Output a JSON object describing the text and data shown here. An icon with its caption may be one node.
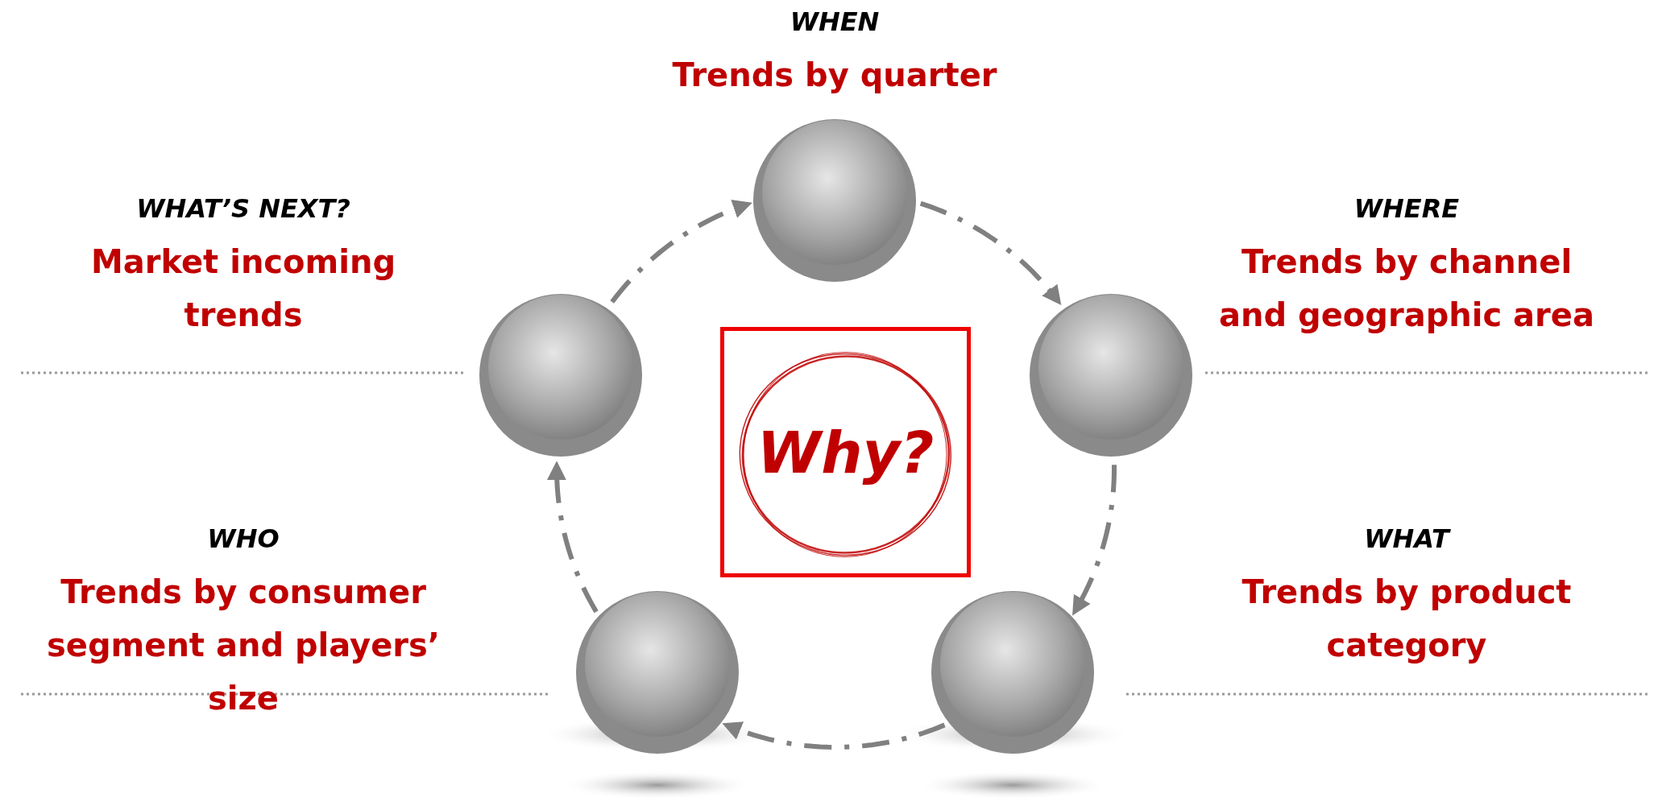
{
  "diagram": {
    "nodes": [
      {
        "text": [],
        "shape": "circle",
        "beside": [
          "WHEN",
          "Trends by quarter"
        ]
      },
      {
        "text": [],
        "shape": "circle",
        "beside": [
          "WHERE",
          "Trends by channel and geographic area"
        ]
      },
      {
        "text": [],
        "shape": "circle",
        "beside": [
          "WHAT",
          "Trends by product category"
        ]
      },
      {
        "text": [],
        "shape": "circle",
        "beside": [
          "WHO",
          "Trends by consumer segment and players’ size"
        ]
      },
      {
        "text": [],
        "shape": "circle",
        "beside": [
          "WHAT’S NEXT?",
          "Market incoming trends"
        ]
      },
      {
        "text": [
          "Why?"
        ]
      }
    ],
    "edges": [
      {
        "from": 0,
        "to": 1,
        "arrow": "to",
        "style": "dashed"
      },
      {
        "from": 1,
        "to": 2,
        "arrow": "to",
        "style": "dashed"
      },
      {
        "from": 2,
        "to": 3,
        "arrow": "to",
        "style": "dashed"
      },
      {
        "from": 3,
        "to": 4,
        "arrow": "to",
        "style": "dashed"
      },
      {
        "from": 4,
        "to": 0,
        "arrow": "to",
        "style": "dashed"
      }
    ]
  }
}
